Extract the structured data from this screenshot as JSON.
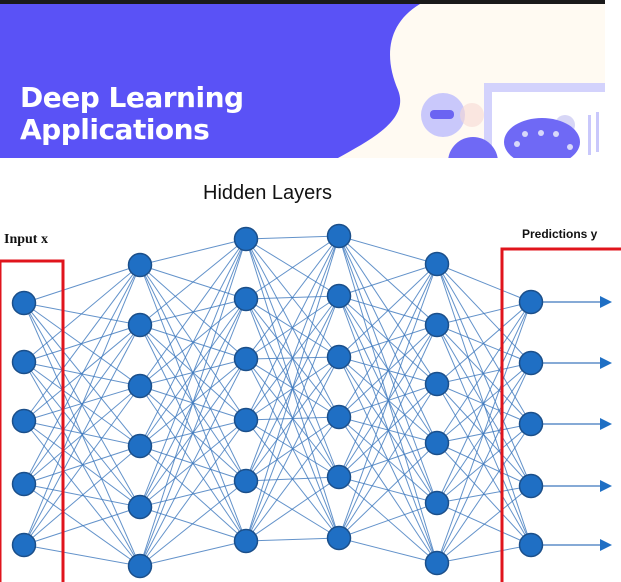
{
  "banner": {
    "title_line1": "Deep Learning",
    "title_line2": "Applications",
    "colors": {
      "purple": "#5a52f6",
      "cream": "#fffaf2",
      "lilac": "#c9c8fb"
    }
  },
  "diagram": {
    "hidden_title": "Hidden Layers",
    "input_label": "Input x",
    "output_label": "Predictions y",
    "layers": [
      5,
      6,
      6,
      6,
      6,
      5
    ],
    "colors": {
      "node": "#1f6fc4",
      "node_stroke": "#1b4f8a",
      "edge": "#3d78bd",
      "box": "#e0141c"
    }
  }
}
